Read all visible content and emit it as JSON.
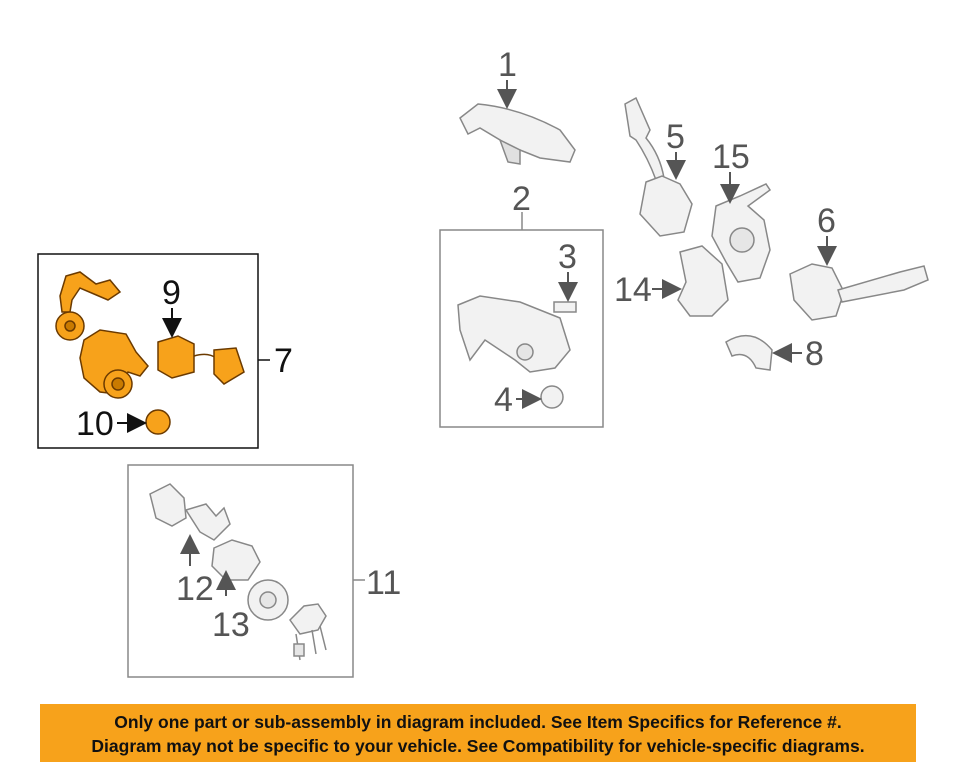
{
  "callouts": {
    "c1": "1",
    "c2": "2",
    "c3": "3",
    "c4": "4",
    "c5": "5",
    "c6": "6",
    "c7": "7",
    "c8": "8",
    "c9": "9",
    "c10": "10",
    "c11": "11",
    "c12": "12",
    "c13": "13",
    "c14": "14",
    "c15": "15"
  },
  "highlight_color": "#f7a21b",
  "banner": {
    "line1": "Only one part or sub-assembly in diagram included. See Item Specifics for Reference #.",
    "line2": "Diagram may not be specific to your vehicle. See Compatibility for vehicle-specific diagrams."
  }
}
